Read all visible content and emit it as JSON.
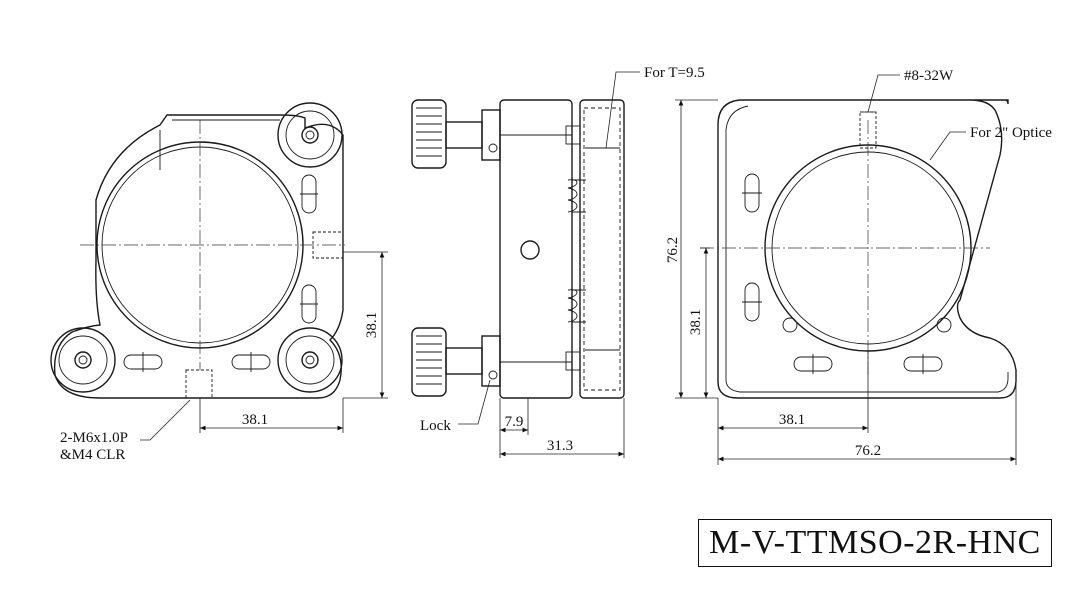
{
  "model": "M-V-TTMSO-2R-HNC",
  "front_view": {
    "dim_horizontal": "38.1",
    "dim_vertical": "38.1",
    "note_tap_line1": "2-M6x1.0P",
    "note_tap_line2": "&M4 CLR"
  },
  "side_view": {
    "note_thickness": "For T=9.5",
    "label_lock": "Lock",
    "dim_small": "7.9",
    "dim_overall": "31.3"
  },
  "back_view": {
    "note_thread": "#8-32W",
    "note_optic": "For 2\" Optice",
    "dim_height": "76.2",
    "dim_mid_vertical": "38.1",
    "dim_mid_horizontal": "38.1",
    "dim_width": "76.2"
  }
}
